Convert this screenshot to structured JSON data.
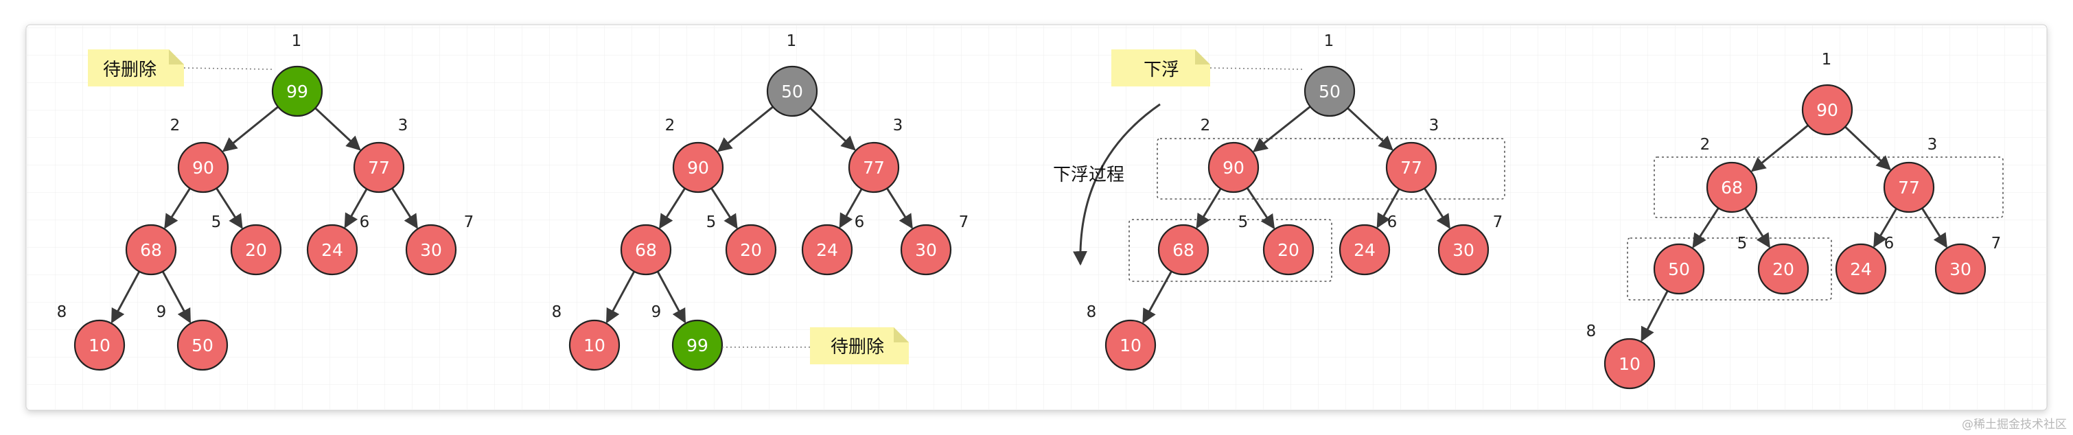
{
  "colors": {
    "normal": "#ee6a6a",
    "removed": "#4ea700",
    "moving": "#8a8a8a",
    "edge": "#3a3a3a",
    "note_fill": "#fcf6a8",
    "note_fold": "#e1dc87",
    "grid": "#eeeeee",
    "panel_border": "#cfcfcf"
  },
  "panels": [
    {
      "nodes": [
        {
          "id": 1,
          "value": "99",
          "state": "removed"
        },
        {
          "id": 2,
          "value": "90",
          "state": "normal"
        },
        {
          "id": 3,
          "value": "77",
          "state": "normal"
        },
        {
          "id": 4,
          "value": "68",
          "state": "normal"
        },
        {
          "id": 5,
          "value": "20",
          "state": "normal"
        },
        {
          "id": 6,
          "value": "24",
          "state": "normal"
        },
        {
          "id": 7,
          "value": "30",
          "state": "normal"
        },
        {
          "id": 8,
          "value": "10",
          "state": "normal"
        },
        {
          "id": 9,
          "value": "50",
          "state": "normal"
        }
      ],
      "index_labels": [
        "1",
        "2",
        "3",
        "5",
        "6",
        "7",
        "8",
        "9"
      ],
      "notes": [
        {
          "text": "待删除"
        }
      ]
    },
    {
      "nodes": [
        {
          "id": 1,
          "value": "50",
          "state": "moving"
        },
        {
          "id": 2,
          "value": "90",
          "state": "normal"
        },
        {
          "id": 3,
          "value": "77",
          "state": "normal"
        },
        {
          "id": 4,
          "value": "68",
          "state": "normal"
        },
        {
          "id": 5,
          "value": "20",
          "state": "normal"
        },
        {
          "id": 6,
          "value": "24",
          "state": "normal"
        },
        {
          "id": 7,
          "value": "30",
          "state": "normal"
        },
        {
          "id": 8,
          "value": "10",
          "state": "normal"
        },
        {
          "id": 9,
          "value": "99",
          "state": "removed"
        }
      ],
      "index_labels": [
        "1",
        "2",
        "3",
        "5",
        "6",
        "7",
        "8",
        "9"
      ],
      "notes": [
        {
          "text": "待删除"
        }
      ]
    },
    {
      "nodes": [
        {
          "id": 1,
          "value": "50",
          "state": "moving"
        },
        {
          "id": 2,
          "value": "90",
          "state": "normal"
        },
        {
          "id": 3,
          "value": "77",
          "state": "normal"
        },
        {
          "id": 4,
          "value": "68",
          "state": "normal"
        },
        {
          "id": 5,
          "value": "20",
          "state": "normal"
        },
        {
          "id": 6,
          "value": "24",
          "state": "normal"
        },
        {
          "id": 7,
          "value": "30",
          "state": "normal"
        },
        {
          "id": 8,
          "value": "10",
          "state": "normal"
        }
      ],
      "index_labels": [
        "1",
        "2",
        "3",
        "5",
        "6",
        "7",
        "8"
      ],
      "notes": [
        {
          "text": "下浮"
        }
      ],
      "process_label": "下浮过程"
    },
    {
      "nodes": [
        {
          "id": 1,
          "value": "90",
          "state": "normal"
        },
        {
          "id": 2,
          "value": "68",
          "state": "normal"
        },
        {
          "id": 3,
          "value": "77",
          "state": "normal"
        },
        {
          "id": 4,
          "value": "50",
          "state": "normal"
        },
        {
          "id": 5,
          "value": "20",
          "state": "normal"
        },
        {
          "id": 6,
          "value": "24",
          "state": "normal"
        },
        {
          "id": 7,
          "value": "30",
          "state": "normal"
        },
        {
          "id": 8,
          "value": "10",
          "state": "normal"
        }
      ],
      "index_labels": [
        "1",
        "2",
        "3",
        "5",
        "6",
        "7",
        "8"
      ],
      "notes": []
    }
  ],
  "watermark": "@稀土掘金技术社区"
}
